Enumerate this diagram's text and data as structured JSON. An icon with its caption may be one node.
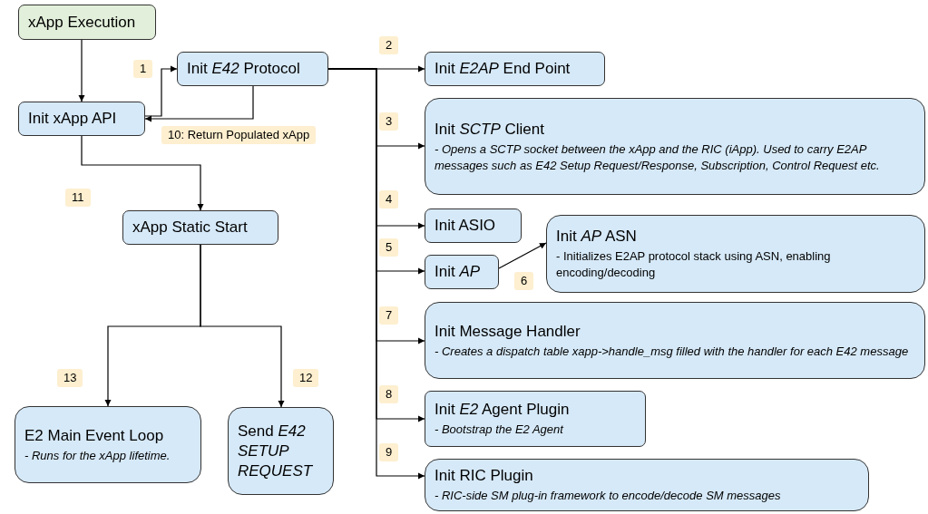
{
  "diagram": {
    "nodes": [
      {
        "text": [
          "xApp Execution"
        ]
      },
      {
        "text": [
          "Init xApp API"
        ]
      },
      {
        "text": [
          "Init *E42* Protocol"
        ]
      },
      {
        "text": [
          "Init *E2AP* End Point"
        ]
      },
      {
        "text": [
          "Init *SCTP* Client",
          "- Opens a SCTP socket between the xApp and the RIC (iApp). Used to carry E2AP messages such as E42 Setup Request/Response, Subscription, Control Request etc."
        ]
      },
      {
        "text": [
          "Init ASIO"
        ]
      },
      {
        "text": [
          "Init *AP*"
        ]
      },
      {
        "text": [
          "Init *AP* ASN",
          "- Initializes E2AP protocol stack using ASN, enabling encoding/decoding"
        ]
      },
      {
        "text": [
          "Init Message Handler",
          "- Creates a dispatch table xapp->handle_msg filled with the handler for each E42 message"
        ]
      },
      {
        "text": [
          "Init *E2* Agent Plugin",
          "- Bootstrap the E2 Agent"
        ]
      },
      {
        "text": [
          "Init RIC Plugin",
          "- RIC-side SM plug-in framework to encode/decode SM messages"
        ]
      },
      {
        "text": [
          "xApp Static Start"
        ]
      },
      {
        "text": [
          "E2 Main Event Loop",
          "- Runs for the xApp lifetime."
        ]
      },
      {
        "text": [
          "Send *E42 SETUP REQUEST*"
        ]
      }
    ],
    "edges": [
      {
        "from": 0,
        "to": 1,
        "arrow": "to"
      },
      {
        "from": 1,
        "to": 2,
        "arrow": "to",
        "label": "1"
      },
      {
        "from": 2,
        "to": 1,
        "arrow": "to",
        "label": "10: Return Populated xApp"
      },
      {
        "from": 2,
        "to": 3,
        "arrow": "to",
        "label": "2"
      },
      {
        "from": 2,
        "to": 4,
        "arrow": "to",
        "label": "3"
      },
      {
        "from": 2,
        "to": 5,
        "arrow": "to",
        "label": "4"
      },
      {
        "from": 2,
        "to": 6,
        "arrow": "to",
        "label": "5"
      },
      {
        "from": 6,
        "to": 7,
        "arrow": "to",
        "label": "6"
      },
      {
        "from": 2,
        "to": 8,
        "arrow": "to",
        "label": "7"
      },
      {
        "from": 2,
        "to": 9,
        "arrow": "to",
        "label": "8"
      },
      {
        "from": 2,
        "to": 10,
        "arrow": "to",
        "label": "9"
      },
      {
        "from": 1,
        "to": 11,
        "arrow": "to",
        "label": "11"
      },
      {
        "from": 11,
        "to": 13,
        "arrow": "to",
        "label": "12"
      },
      {
        "from": 11,
        "to": 12,
        "arrow": "to",
        "label": "13"
      }
    ]
  }
}
